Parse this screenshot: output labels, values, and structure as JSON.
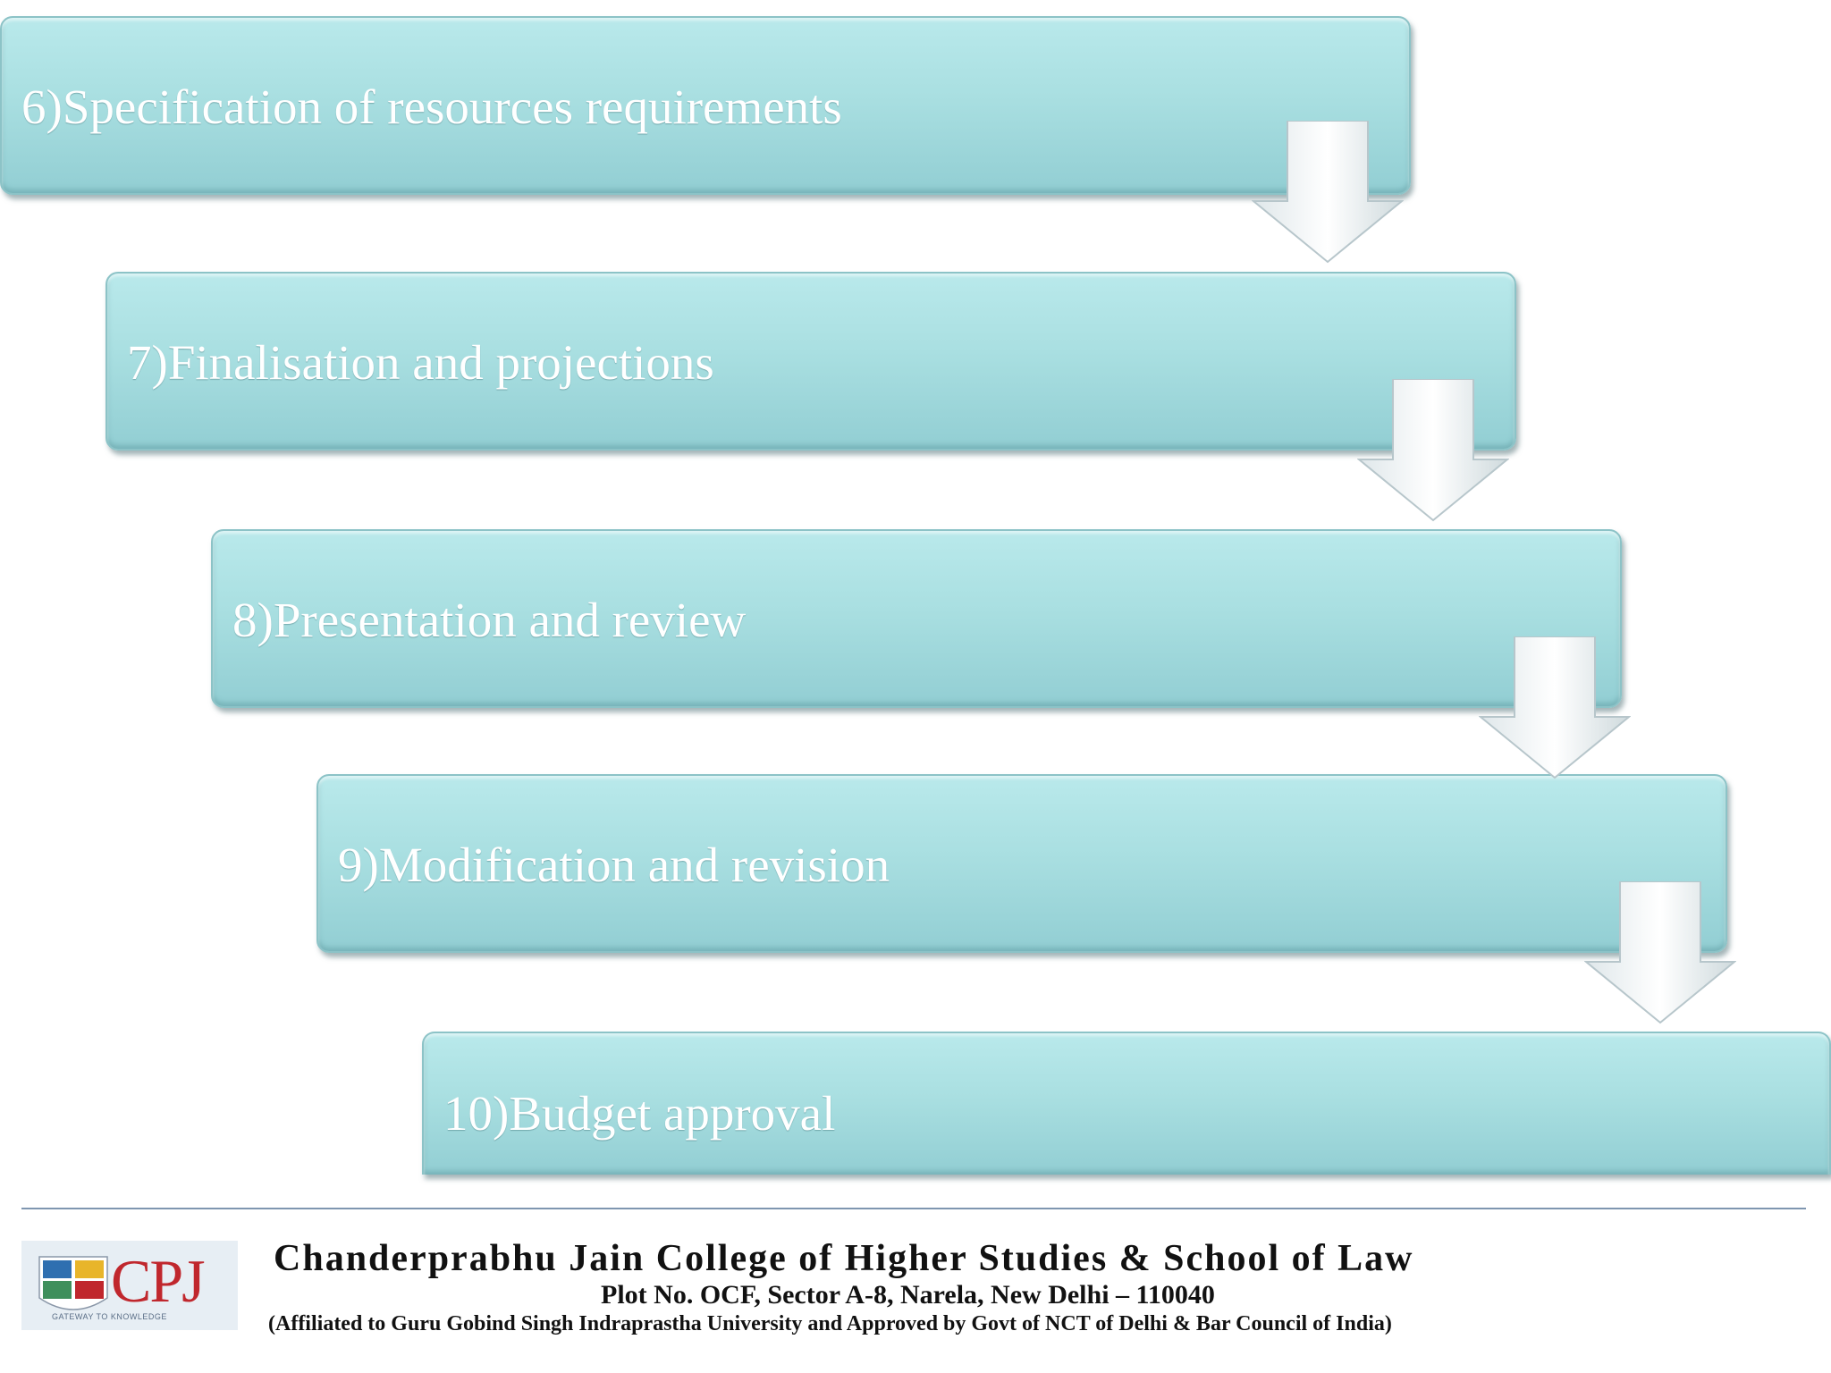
{
  "steps": [
    {
      "label": "6)Specification of resources requirements"
    },
    {
      "label": "7)Finalisation and projections"
    },
    {
      "label": "8)Presentation and review"
    },
    {
      "label": "9)Modification and revision"
    },
    {
      "label": "10)Budget approval"
    }
  ],
  "footer": {
    "college_name": "Chanderprabhu Jain College of Higher Studies & School of Law",
    "address": "Plot No. OCF, Sector A-8, Narela, New Delhi – 110040",
    "affiliation": "(Affiliated to Guru Gobind Singh Indraprastha University and Approved by Govt of NCT of Delhi & Bar Council of India)"
  },
  "logo": {
    "text": "CPJ",
    "tagline": "GATEWAY TO KNOWLEDGE"
  },
  "colors": {
    "box": "#a9dfe1",
    "box_edge": "#8cc3c7",
    "label": "#ffffff",
    "rule": "#7f96b0",
    "logo_red": "#c0272d"
  }
}
